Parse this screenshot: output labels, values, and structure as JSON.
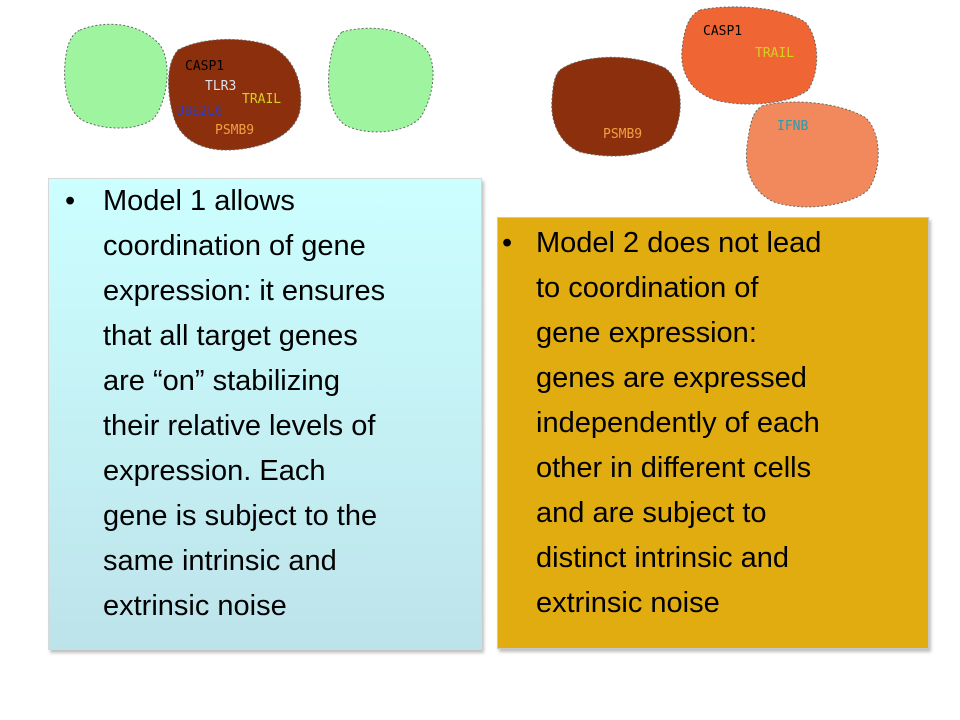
{
  "model1_cells": {
    "genes": [
      "CASP1",
      "TLR3",
      "TRAIL",
      "UBE2L6",
      "PSMB9"
    ],
    "colors": {
      "fill": "#9ff59f",
      "gene_cell": "#8b2f0c"
    }
  },
  "model2_cells": {
    "genes": [
      "CASP1",
      "TRAIL",
      "PSMB9",
      "IFNB"
    ],
    "colors": {
      "psmb9_cell": "#8b2f0c",
      "casp1_cell": "#ef6634",
      "ifnb_cell": "#f1895c"
    }
  },
  "model1_text": {
    "bullet": "•",
    "lines": [
      "Model 1 allows",
      "coordination of gene",
      "expression:  it ensures",
      "that all target genes",
      "are “on” stabilizing",
      "their relative levels of",
      "expression.   Each",
      "gene is subject to the",
      "same intrinsic and",
      "extrinsic noise"
    ]
  },
  "model2_text": {
    "bullet": "•",
    "lines": [
      "Model 2 does not lead",
      "to coordination of",
      "gene expression:",
      "genes are expressed",
      "independently of each",
      "other in different cells",
      "and are subject to",
      "distinct intrinsic and",
      "extrinsic noise"
    ]
  }
}
